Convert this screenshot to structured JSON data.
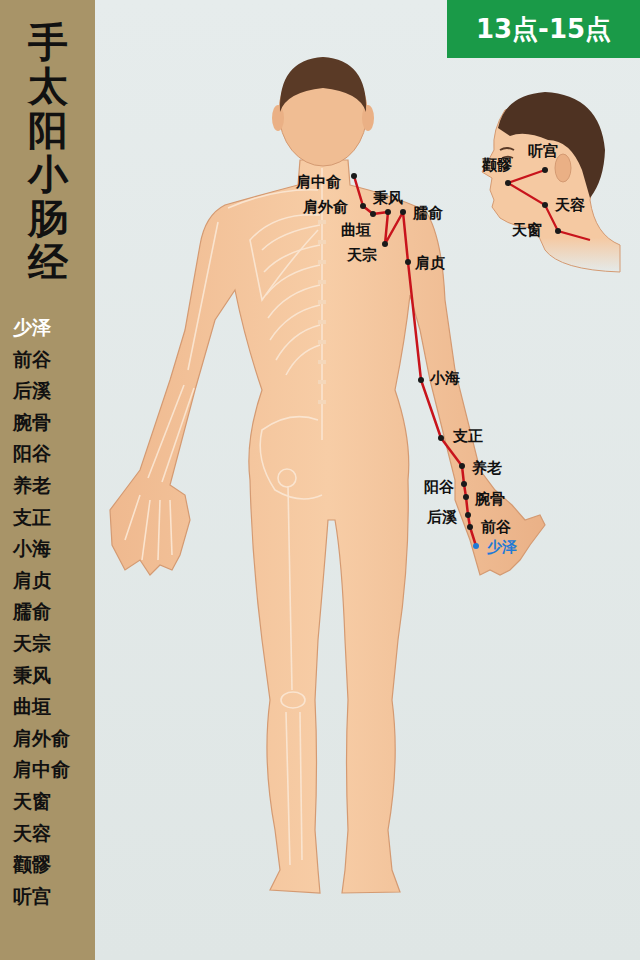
{
  "diagram": {
    "title": "手太阳小肠经",
    "nodes": [
      {
        "text": [
          "13点-15点"
        ]
      }
    ],
    "labels": [
      "少泽",
      "前谷",
      "后溪",
      "腕骨",
      "阳谷",
      "养老",
      "支正",
      "小海",
      "肩贞",
      "臑俞",
      "天宗",
      "秉风",
      "曲垣",
      "肩外俞",
      "肩中俞",
      "天窗",
      "天容",
      "颧髎",
      "听宫",
      "肩中俞",
      "肩外俞",
      "秉风",
      "臑俞",
      "曲垣",
      "天宗",
      "肩贞",
      "小海",
      "支正",
      "养老",
      "阳谷",
      "腕骨",
      "后溪",
      "前谷",
      "少泽",
      "颧髎",
      "听宫",
      "天容",
      "天窗"
    ]
  }
}
